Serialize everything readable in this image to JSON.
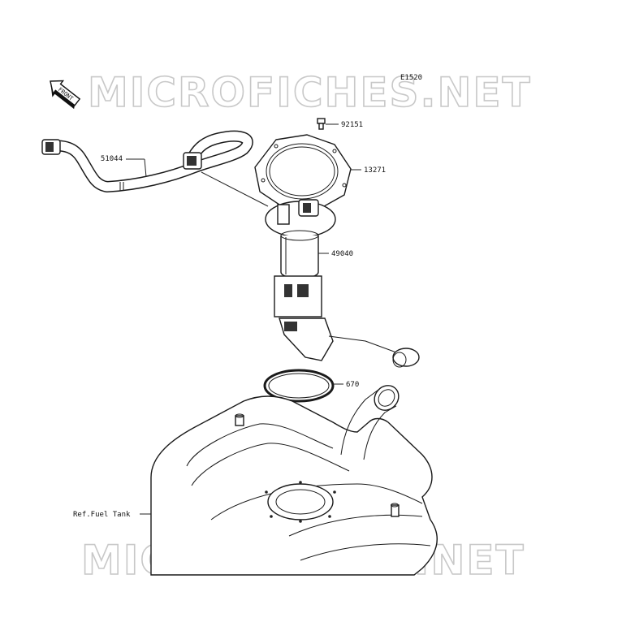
{
  "diagram_code": "E1520",
  "watermark": "MICROFICHES.NET",
  "front_label": "FRONT",
  "parts": [
    {
      "number": "92151"
    },
    {
      "number": "51044"
    },
    {
      "number": "13271"
    },
    {
      "number": "49040"
    },
    {
      "number": "670"
    }
  ],
  "reference": "Ref.Fuel Tank"
}
